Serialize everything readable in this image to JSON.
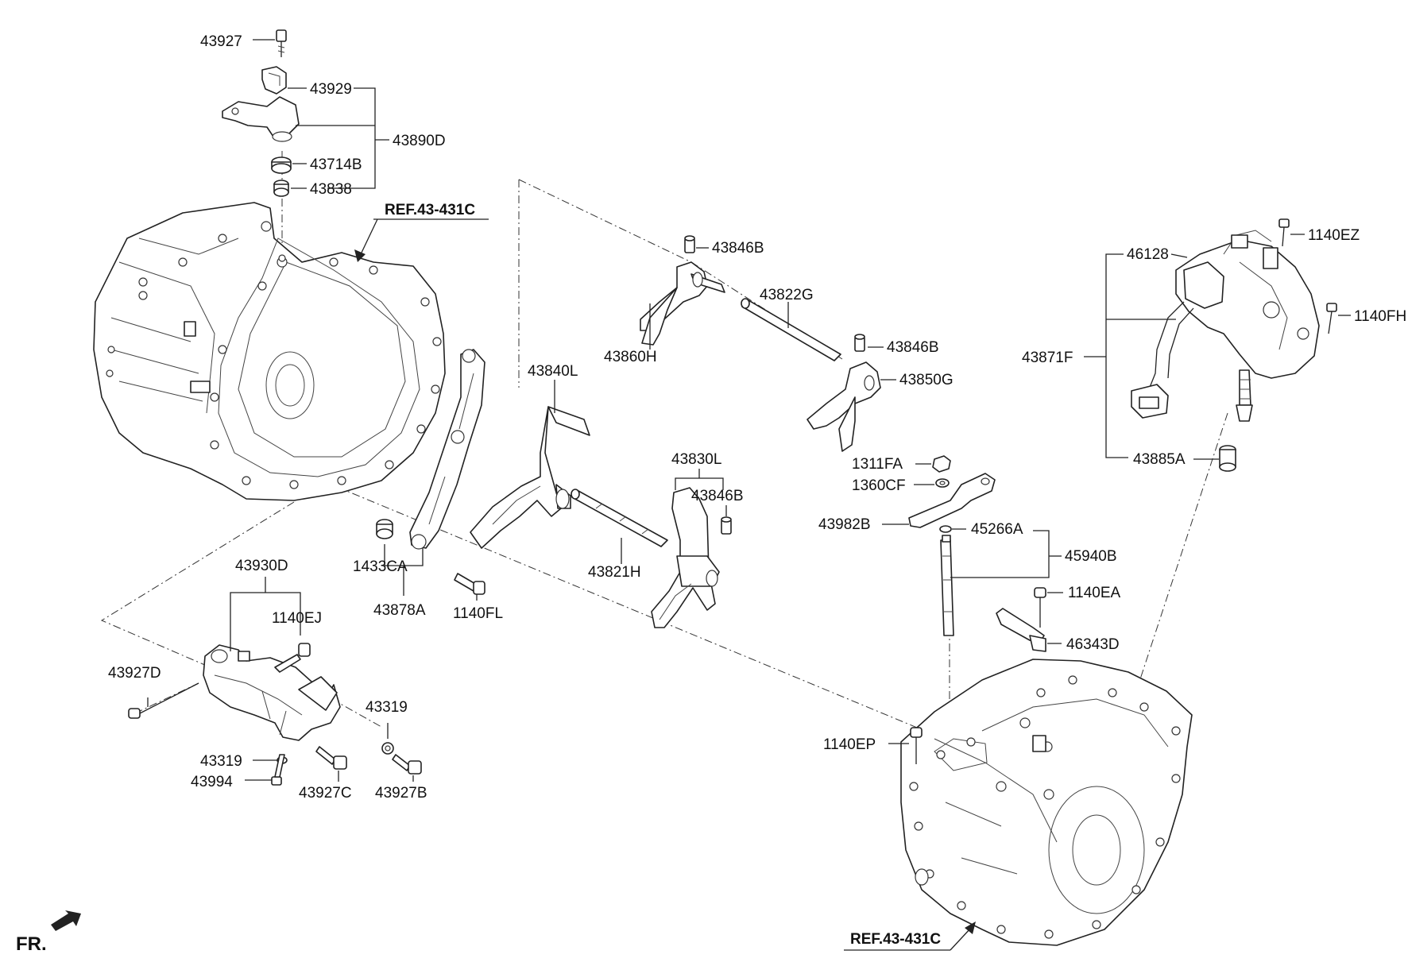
{
  "labels": {
    "p43927": "43927",
    "p43929": "43929",
    "p43890D": "43890D",
    "p43714B": "43714B",
    "p43838": "43838",
    "ref_top": "REF.43-431C",
    "p43846B_a": "43846B",
    "p43822G": "43822G",
    "p43860H": "43860H",
    "p43846B_b": "43846B",
    "p43850G": "43850G",
    "p43840L": "43840L",
    "p43830L": "43830L",
    "p43846B_c": "43846B",
    "p43821H": "43821H",
    "p1433CA": "1433CA",
    "p43878A": "43878A",
    "p1140FL": "1140FL",
    "p43930D": "43930D",
    "p1140EJ": "1140EJ",
    "p43927D": "43927D",
    "p43319_a": "43319",
    "p43319_b": "43319",
    "p43994": "43994",
    "p43927C": "43927C",
    "p43927B": "43927B",
    "p1311FA": "1311FA",
    "p1360CF": "1360CF",
    "p43982B": "43982B",
    "p45266A": "45266A",
    "p45940B": "45940B",
    "p1140EA": "1140EA",
    "p46343D": "46343D",
    "p1140EP": "1140EP",
    "ref_bottom": "REF.43-431C",
    "p46128": "46128",
    "p1140EZ": "1140EZ",
    "p1140FH": "1140FH",
    "p43871F": "43871F",
    "p43885A": "43885A",
    "front": "FR."
  }
}
